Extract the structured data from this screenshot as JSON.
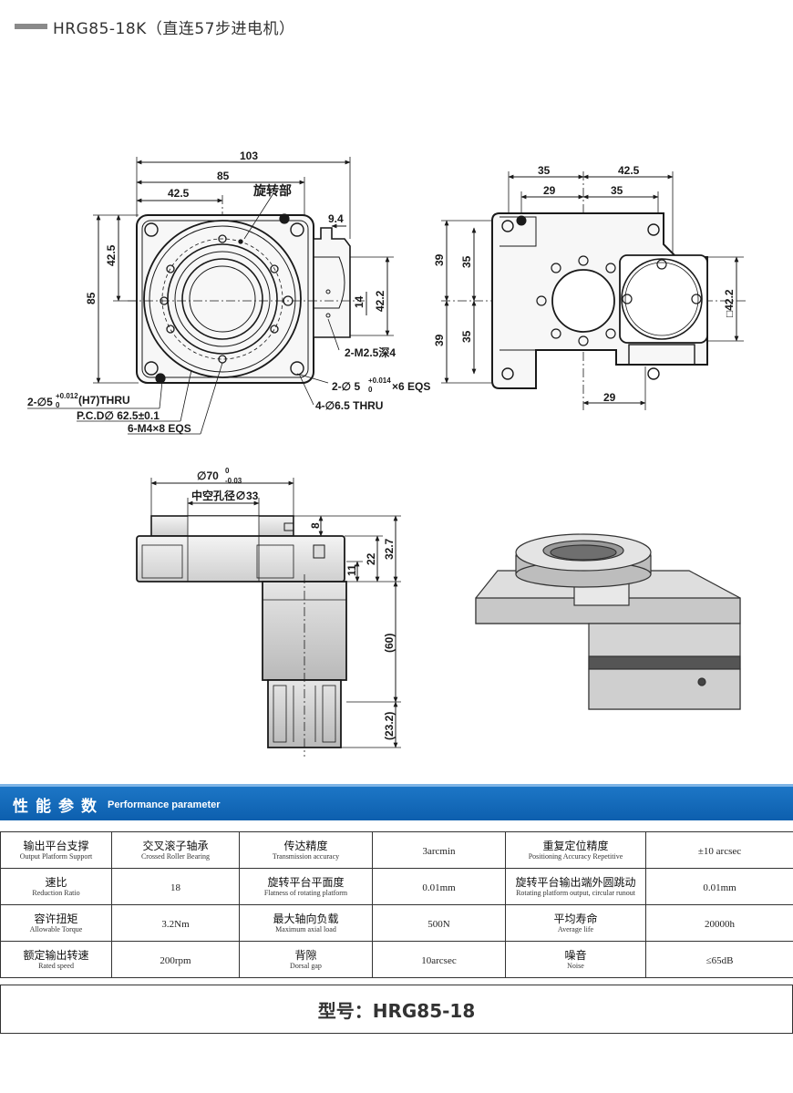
{
  "header": {
    "title": "HRG85-18K（直连57步进电机）"
  },
  "drawing_front": {
    "dims": [
      "103",
      "85",
      "42.5",
      "旋转部",
      "9.4",
      "42.5",
      "85",
      "14",
      "42.2",
      "2-M2.5深4"
    ],
    "notes": [
      "2-∅5",
      "+0.012",
      "0",
      "(H7)THRU",
      "P.C.D∅ 62.5±0.1",
      "6-M4×8 EQS",
      "2-∅ 5",
      "+0.014",
      "0",
      "×6 EQS",
      "4-∅6.5 THRU"
    ]
  },
  "drawing_side": {
    "dims": [
      "35",
      "42.5",
      "29",
      "35",
      "39",
      "35",
      "39",
      "35",
      "□42.2",
      "29"
    ]
  },
  "drawing_section": {
    "dims": [
      "∅70",
      "0",
      "-0.03",
      "中空孔径∅33",
      "8",
      "11",
      "22",
      "32.7",
      "(60)",
      "(23.2)"
    ]
  },
  "performance": {
    "title_cn": "性能参数",
    "title_en": "Performance parameter"
  },
  "spec_rows": [
    [
      {
        "cn": "输出平台支撑",
        "en": "Output Platform Support"
      },
      {
        "value": "交叉滚子轴承",
        "value_en": "Crossed Roller Bearing"
      },
      {
        "cn": "传达精度",
        "en": "Transmission accuracy"
      },
      {
        "value": "3arcmin"
      },
      {
        "cn": "重复定位精度",
        "en": "Positioning Accuracy Repetitive"
      },
      {
        "value": "±10 arcsec"
      }
    ],
    [
      {
        "cn": "速比",
        "en": "Reduction Ratio"
      },
      {
        "value": "18"
      },
      {
        "cn": "旋转平台平面度",
        "en": "Flatness of rotating platform"
      },
      {
        "value": "0.01mm"
      },
      {
        "cn": "旋转平台输出端外圆跳动",
        "en": "Rotating platform output, circular runout"
      },
      {
        "value": "0.01mm"
      }
    ],
    [
      {
        "cn": "容许扭矩",
        "en": "Allowable Torque"
      },
      {
        "value": "3.2Nm"
      },
      {
        "cn": "最大轴向负载",
        "en": "Maximum axial load"
      },
      {
        "value": "500N"
      },
      {
        "cn": "平均寿命",
        "en": "Average life"
      },
      {
        "value": "20000h"
      }
    ],
    [
      {
        "cn": "额定输出转速",
        "en": "Rated speed"
      },
      {
        "value": "200rpm"
      },
      {
        "cn": "背隙",
        "en": "Dorsal gap"
      },
      {
        "value": "10arcsec"
      },
      {
        "cn": "噪音",
        "en": "Noise"
      },
      {
        "value": "≤65dB"
      }
    ]
  ],
  "model": {
    "label": "型号：HRG85-18"
  },
  "colors": {
    "accent": "#0d5fae",
    "line": "#1a1a1a"
  }
}
